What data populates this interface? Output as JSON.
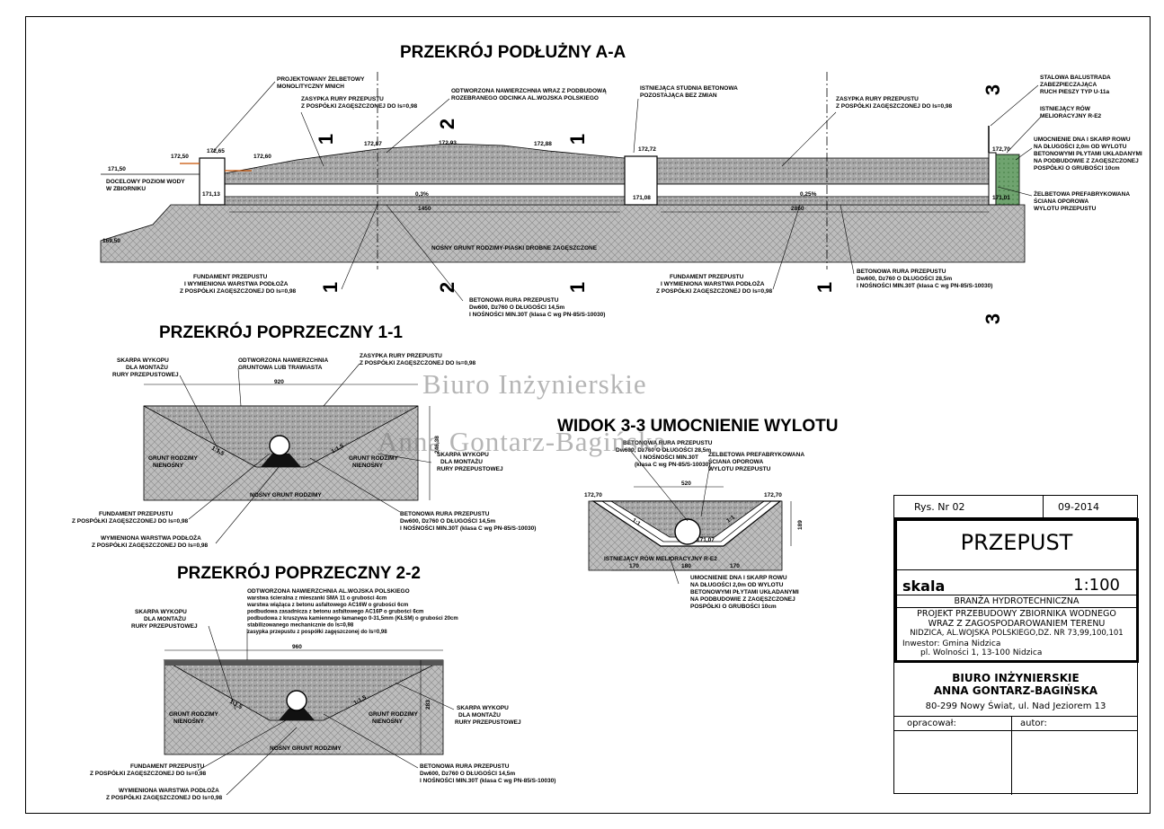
{
  "titles": {
    "aa": "PRZEKRÓJ PODŁUŻNY A-A",
    "s11": "PRZEKRÓJ POPRZECZNY 1-1",
    "s22": "PRZEKRÓJ POPRZECZNY 2-2",
    "w33": "WIDOK 3-3 UMOCNIENIE WYLOTU"
  },
  "watermark": {
    "line1": "Biuro Inżynierskie",
    "line2": "Anna Gontarz-Bagińska"
  },
  "aa": {
    "l_mnich": [
      "PROJEKTOWANY ŻELBETOWY",
      "MONOLITYCZNY MNICH"
    ],
    "l_zasypka": [
      "ZASYPKA RURY PRZEPUSTU",
      "Z POSPÓŁKI ZAGĘSZCZONEJ DO Is=0,98"
    ],
    "l_nawierzchnia": [
      "ODTWORZONA NAWIERZCHNIA WRAZ Z PODBUDOWĄ",
      "ROZEBRANEGO ODCINKA AL.WOJSKA POLSKIEGO"
    ],
    "l_studnia": [
      "ISTNIEJĄCA STUDNIA BETONOWA",
      "POZOSTAJĄCA BEZ ZMIAN"
    ],
    "l_zasypka2": [
      "ZASYPKA RURY PRZEPUSTU",
      "Z POSPÓŁKI ZAGĘSZCZONEJ DO Is=0,98"
    ],
    "l_balustrada": [
      "STALOWA BALUSTRADA",
      "ZABEZPIECZAJĄCA",
      "RUCH PIESZY TYP U-11a"
    ],
    "l_row": [
      "ISTNIEJĄCY RÓW",
      "MELIORACYJNY R-E2"
    ],
    "l_umocnienie": [
      "UMOCNIENIE DNA I SKARP ROWU",
      "NA DŁUGOŚCI 2,0m OD WYLOTU",
      "BETONOWYMI PŁYTAMI UKŁADANYMI",
      "NA PODBUDOWIE Z ZAGĘSZCZONEJ",
      "POSPÓŁKI O GRUBOŚCI 10cm"
    ],
    "l_sciana": [
      "ŻELBETOWA PREFABRYKOWANA",
      "ŚCIANA OPOROWA",
      "WYLOTU PRZEPUSTU"
    ],
    "l_poziom": [
      "DOCELOWY POZIOM WODY",
      "W ZBIORNIKU"
    ],
    "l_grunt": "NOŚNY GRUNT RODZIMY-PIASKI DROBNE ZAGĘSZCZONE",
    "l_fundament": [
      "FUNDAMENT PRZEPUSTU",
      "I WYMIENIONA WARSTWA PODŁOŻA",
      "Z POSPÓŁKI ZAGĘSZCZONEJ DO Is=0,98"
    ],
    "l_rura": [
      "BETONOWA RURA PRZEPUSTU",
      "Dw600, Dz760 O DŁUGOŚCI 14,5m",
      "I NOŚNOŚCI MIN.30T   (klasa C wg PN-85/S-10030)"
    ],
    "l_fundament2": [
      "FUNDAMENT PRZEPUSTU",
      "I WYMIENIONA WARSTWA PODŁOŻA",
      "Z POSPÓŁKI ZAGĘSZCZONEJ DO Is=0,98"
    ],
    "l_rura2": [
      "BETONOWA RURA PRZEPUSTU",
      "Dw600, Dz760 O DŁUGOŚCI 28,5m",
      "I NOŚNOŚCI MIN.30T   (klasa C wg PN-85/S-10030)"
    ],
    "elev": {
      "e1": "172,50",
      "e2": "172,65",
      "e3": "172,60",
      "e4": "172,87",
      "e5": "172,93",
      "e6": "172,88",
      "e7": "172,72",
      "e8": "172,70",
      "e9": "171,50",
      "e10": "171,13",
      "e11": "171,08",
      "e12": "171,01",
      "e13": "169,50"
    },
    "slope1": "0,3%",
    "slope2": "0,25%",
    "dim1": "1450",
    "dim2": "2850",
    "cut1": "1",
    "cut2": "2",
    "cut3": "3"
  },
  "s11": {
    "dim": "920",
    "height": "246,38",
    "l_skarpa": [
      "SKARPA WYKOPU",
      "DLA MONTAŻU",
      "RURY PRZEPUSTOWEJ"
    ],
    "l_odtw": [
      "ODTWORZONA NAWIERZCHNIA",
      "GRUNTOWA LUB TRAWIASTA"
    ],
    "l_zasypka": [
      "ZASYPKA RURY PRZEPUSTU",
      "Z POSPÓŁKI ZAGĘSZCZONEJ DO Is=0,98"
    ],
    "l_grunt_l": [
      "GRUNT RODZIMY",
      "NIENOŚNY"
    ],
    "l_grunt_r": [
      "GRUNT RODZIMY",
      "NIENOŚNY"
    ],
    "l_skarpa2": [
      "SKARPA WYKOPU",
      "DLA MONTAŻU",
      "RURY PRZEPUSTOWEJ"
    ],
    "l_nosny": "NOŚNY GRUNT RODZIMY",
    "l_fundament": [
      "FUNDAMENT PRZEPUSTU",
      "Z POSPÓŁKI ZAGĘSZCZONEJ DO Is=0,98"
    ],
    "l_wymieniona": [
      "WYMIENIONA WARSTWA PODŁOŻA",
      "Z POSPÓŁKI ZAGĘSZCZONEJ DO Is=0,98"
    ],
    "l_rura": [
      "BETONOWA RURA PRZEPUSTU",
      "Dw600, Dz760 O DŁUGOŚCI 14,5m",
      "I NOŚNOŚCI MIN.30T   (klasa C wg PN-85/S-10030)"
    ],
    "slope": "1:1,5",
    "slope2": "1:1,5"
  },
  "s22": {
    "dim": "960",
    "height": "283",
    "l_odtw": [
      "ODTWORZONA NAWIERZCHNIA AL.WOJSKA POLSKIEGO",
      "warstwa ścieralna z mieszanki SMA 11 o grubości 4cm",
      "warstwa wiążąca z betonu asfaltowego AC16W o grubości 6cm",
      "podbudowa zasadnicza z betonu asfaltowego AC16P o grubości 6cm",
      "podbudowa z kruszywa kamiennego łamanego 0-31,5mm  (KŁSM)   o grubości 20cm",
      "stabilizowanego mechanicznie do Is=0,98",
      "zasypka przepustu z pospółki zagęszczonej do Is=0,98"
    ],
    "l_skarpa": [
      "SKARPA WYKOPU",
      "DLA MONTAŻU",
      "RURY PRZEPUSTOWEJ"
    ],
    "l_skarpa2": [
      "SKARPA WYKOPU",
      "DLA MONTAŻU",
      "RURY PRZEPUSTOWEJ"
    ],
    "l_grunt_l": [
      "GRUNT RODZIMY",
      "NIENOŚNY"
    ],
    "l_grunt_r": [
      "GRUNT RODZIMY",
      "NIENOŚNY"
    ],
    "l_nosny": "NOŚNY GRUNT RODZIMY",
    "l_fundament": [
      "FUNDAMENT PRZEPUSTU",
      "Z POSPÓŁKI ZAGĘSZCZONEJ DO Is=0,98"
    ],
    "l_wymieniona": [
      "WYMIENIONA WARSTWA PODŁOŻA",
      "Z POSPÓŁKI ZAGĘSZCZONEJ DO Is=0,98"
    ],
    "l_rura": [
      "BETONOWA RURA PRZEPUSTU",
      "Dw600, Dz760 O DŁUGOŚCI 14,5m",
      "I NOŚNOŚCI MIN.30T   (klasa C wg PN-85/S-10030)"
    ],
    "slope": "1:1,5",
    "slope2": "1:1,5"
  },
  "w33": {
    "l_rura": [
      "BETONOWA RURA PRZEPUSTU",
      "Dw600, Dz760 O DŁUGOŚCI 28,5m",
      "I NOŚNOŚCI MIN.30T",
      "(klasa C wg PN-85/S-10030)"
    ],
    "l_sciana": [
      "ŻELBETOWA PREFABRYKOWANA",
      "ŚCIANA OPOROWA",
      "WYLOTU PRZEPUSTU"
    ],
    "dim": "520",
    "d1": "170",
    "d2": "180",
    "d3": "170",
    "height": "189",
    "e_l": "172,70",
    "e_r": "172,70",
    "e_b": "171,07",
    "l_row": "ISTNIEJĄCY RÓW MELIORACYJNY R-E2",
    "l_umocnienie": [
      "UMOCNIENIE DNA I SKARP ROWU",
      "NA DŁUGOŚCI 2,0m OD WYLOTU",
      "BETONOWYMI PŁYTAMI UKŁADANYMI",
      "NA PODBUDOWIE Z ZAGĘSZCZONEJ",
      "POSPÓŁKI O GRUBOŚCI 10cm"
    ],
    "slope_l": "1:1",
    "slope_r": "1:1"
  },
  "titleblock": {
    "rys": "Rys. Nr 02",
    "date": "09-2014",
    "name": "PRZEPUST",
    "skala_label": "skala",
    "skala": "1:100",
    "branza": "BRANŻA HYDROTECHNICZNA",
    "projekt": [
      "PROJEKT PRZEBUDOWY ZBIORNIKA WODNEGO",
      "WRAZ Z ZAGOSPODAROWANIEM TERENU",
      "NIDZICA, AL.WOJSKA POLSKIEGO,DZ. NR 73,99,100,101"
    ],
    "inwestor": [
      "Inwestor: Gmina Nidzica",
      "pl. Wolności 1, 13-100 Nidzica"
    ],
    "biuro": [
      "BIURO INŻYNIERSKIE",
      "ANNA GONTARZ-BAGIŃSKA"
    ],
    "adres": "80-299 Nowy Świat, ul. Nad Jeziorem 13",
    "opracowal": "opracował:",
    "autor": "autor:"
  }
}
